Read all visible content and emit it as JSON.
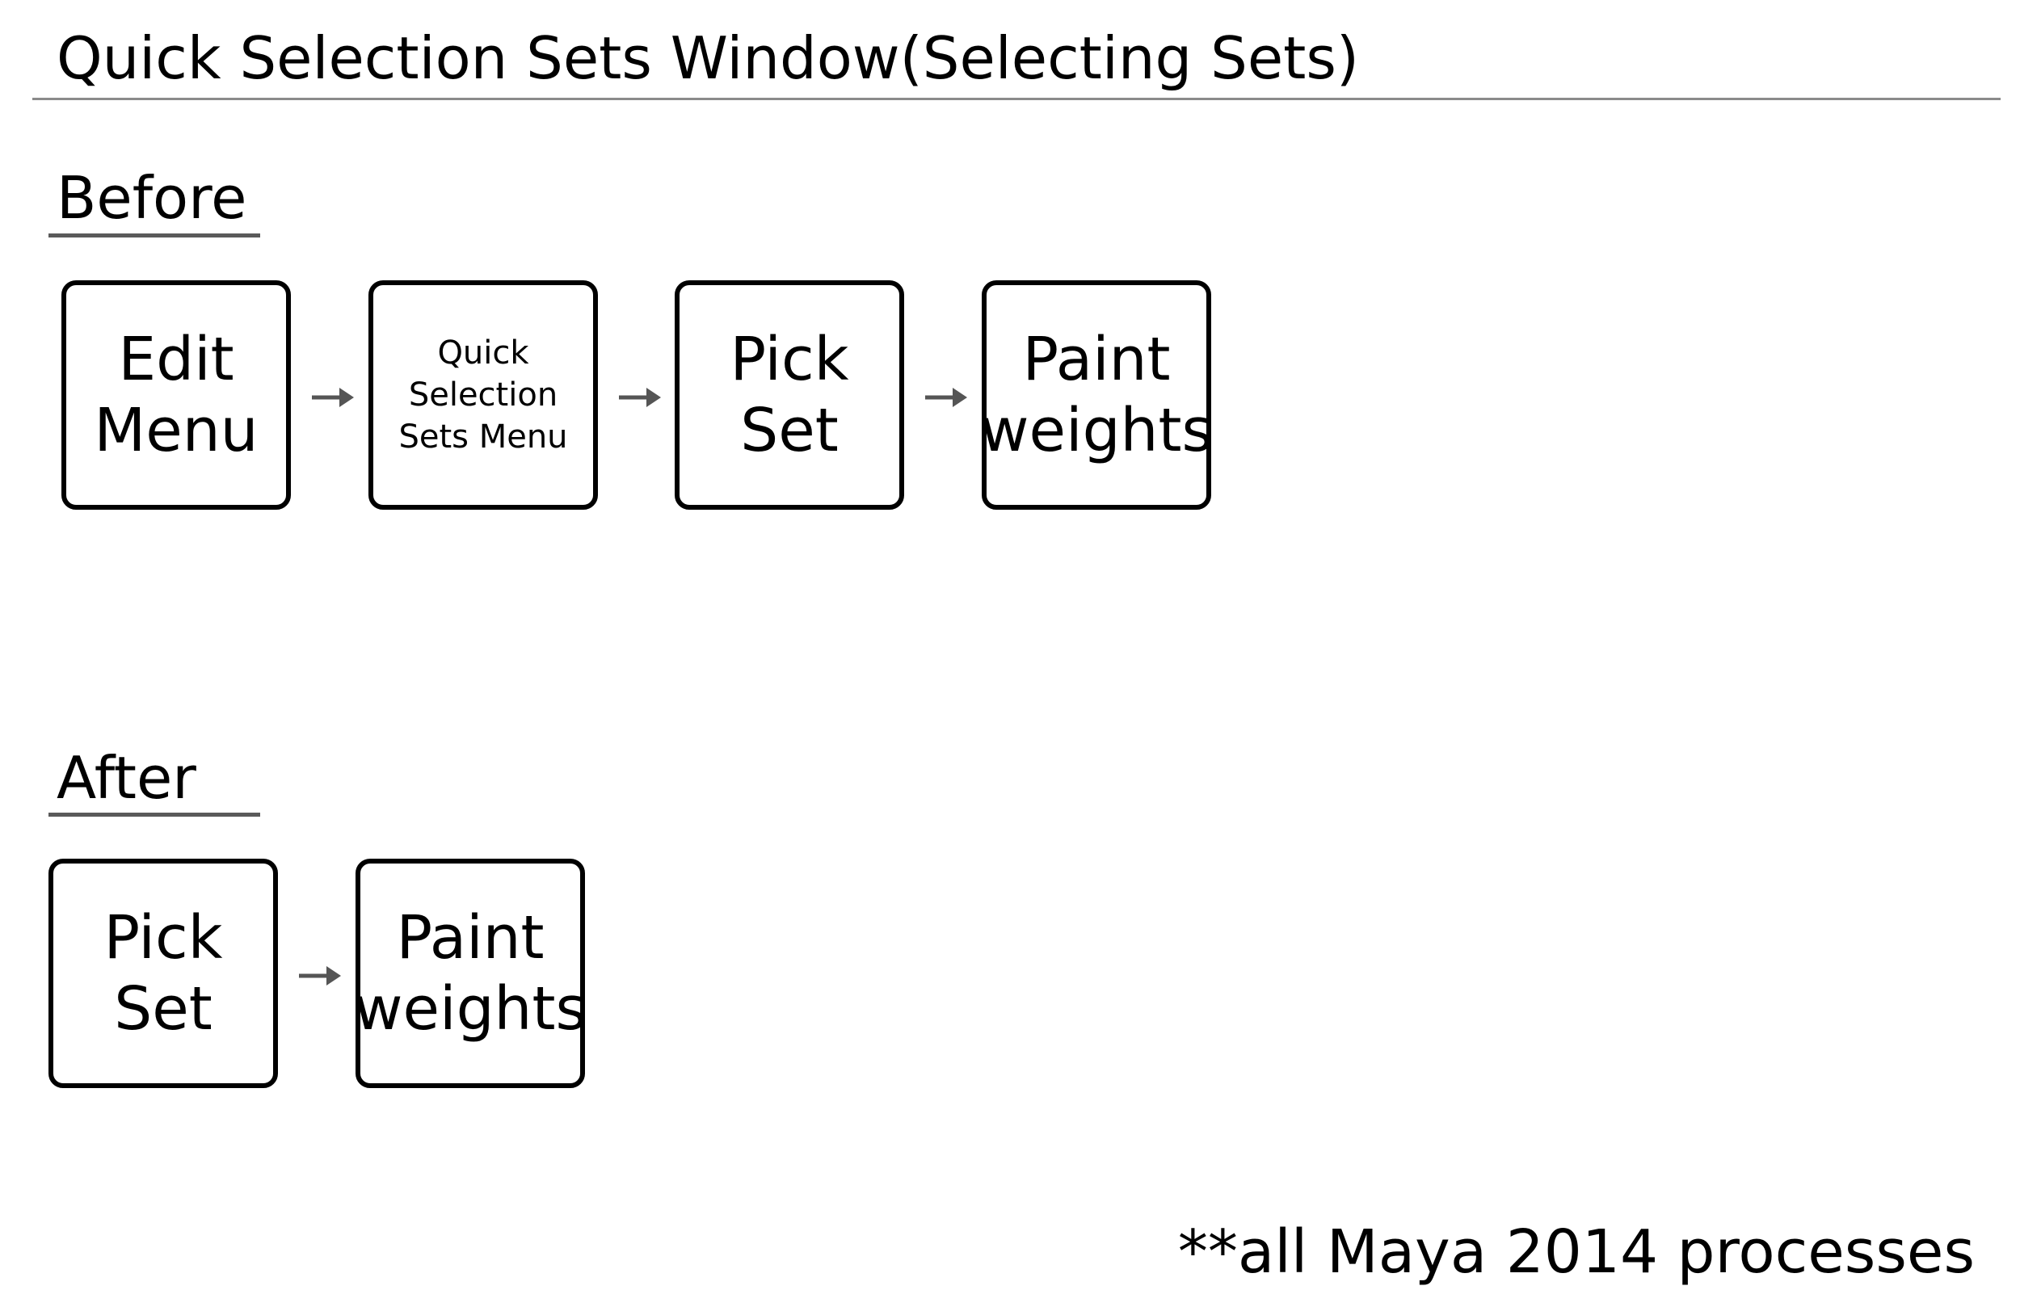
{
  "title": "Quick Selection Sets Window(Selecting Sets)",
  "before": {
    "heading": "Before",
    "steps": [
      {
        "label": "Edit\nMenu"
      },
      {
        "label": "Quick\nSelection\nSets Menu"
      },
      {
        "label": "Pick\nSet"
      },
      {
        "label": "Paint\nweights"
      }
    ]
  },
  "after": {
    "heading": "After",
    "steps": [
      {
        "label": "Pick\nSet"
      },
      {
        "label": "Paint\nweights"
      }
    ]
  },
  "footnote": "**all Maya 2014 processes",
  "colors": {
    "box_border": "#000000",
    "arrow": "#555555",
    "title_rule": "#8a8a8a",
    "section_rule": "#5a5a5a"
  },
  "icons": {
    "arrow": "right-arrow-icon"
  }
}
